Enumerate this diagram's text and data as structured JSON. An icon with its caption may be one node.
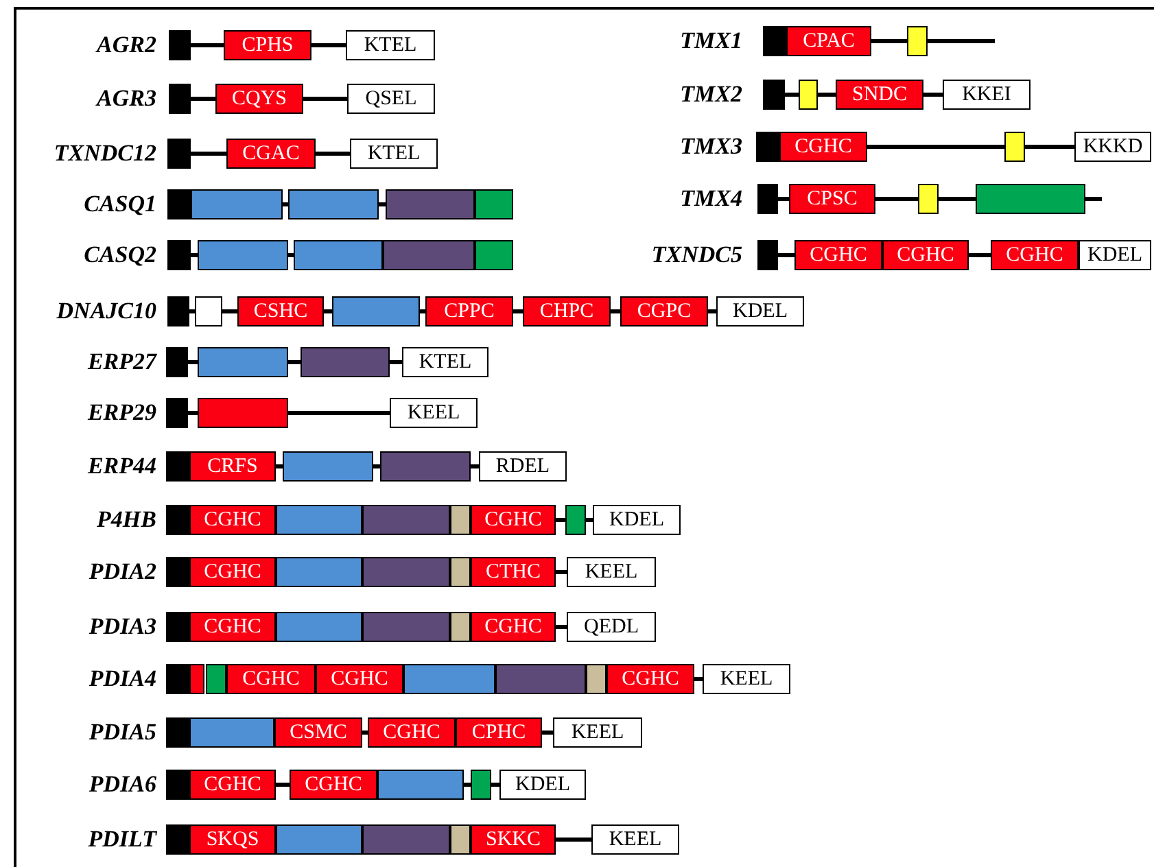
{
  "diagram": {
    "nodes": [
      {
        "text": [],
        "shape": "box",
        "beside": [
          "AGR2"
        ]
      },
      {
        "text": [
          "CPHS"
        ]
      },
      {
        "text": [
          "KTEL"
        ]
      },
      {
        "text": [],
        "shape": "box",
        "beside": [
          "AGR3"
        ]
      },
      {
        "text": [
          "CQYS"
        ]
      },
      {
        "text": [
          "QSEL"
        ]
      },
      {
        "text": [],
        "shape": "box",
        "beside": [
          "TXNDC12"
        ]
      },
      {
        "text": [
          "CGAC"
        ]
      },
      {
        "text": [
          "KTEL"
        ]
      },
      {
        "text": [],
        "shape": "box",
        "beside": [
          "CASQ1"
        ]
      },
      {
        "text": [],
        "shape": "box"
      },
      {
        "text": [],
        "shape": "box"
      },
      {
        "text": [],
        "shape": "box"
      },
      {
        "text": [],
        "shape": "box"
      },
      {
        "text": [],
        "shape": "box",
        "beside": [
          "CASQ2"
        ]
      },
      {
        "text": [],
        "shape": "box"
      },
      {
        "text": [],
        "shape": "box"
      },
      {
        "text": [],
        "shape": "box"
      },
      {
        "text": [],
        "shape": "box"
      },
      {
        "text": [],
        "shape": "box",
        "beside": [
          "DNAJC10"
        ]
      },
      {
        "text": [],
        "shape": "box"
      },
      {
        "text": [
          "CSHC"
        ]
      },
      {
        "text": [],
        "shape": "box"
      },
      {
        "text": [
          "CPPC"
        ]
      },
      {
        "text": [
          "CHPC"
        ]
      },
      {
        "text": [
          "CGPC"
        ]
      },
      {
        "text": [
          "KDEL"
        ]
      },
      {
        "text": [],
        "shape": "box",
        "beside": [
          "ERP27"
        ]
      },
      {
        "text": [],
        "shape": "box"
      },
      {
        "text": [],
        "shape": "box"
      },
      {
        "text": [
          "KTEL"
        ]
      },
      {
        "text": [],
        "shape": "box",
        "beside": [
          "ERP29"
        ]
      },
      {
        "text": [],
        "shape": "box"
      },
      {
        "text": [
          "KEEL"
        ]
      },
      {
        "text": [],
        "shape": "box",
        "beside": [
          "ERP44"
        ]
      },
      {
        "text": [
          "CRFS"
        ]
      },
      {
        "text": [],
        "shape": "box"
      },
      {
        "text": [],
        "shape": "box"
      },
      {
        "text": [
          "RDEL"
        ]
      },
      {
        "text": [],
        "shape": "box",
        "beside": [
          "P4HB"
        ]
      },
      {
        "text": [
          "CGHC"
        ]
      },
      {
        "text": [],
        "shape": "box"
      },
      {
        "text": [],
        "shape": "box"
      },
      {
        "text": [],
        "shape": "box"
      },
      {
        "text": [
          "CGHC"
        ]
      },
      {
        "text": [],
        "shape": "box"
      },
      {
        "text": [
          "KDEL"
        ]
      },
      {
        "text": [],
        "shape": "box",
        "beside": [
          "PDIA2"
        ]
      },
      {
        "text": [
          "CGHC"
        ]
      },
      {
        "text": [],
        "shape": "box"
      },
      {
        "text": [],
        "shape": "box"
      },
      {
        "text": [],
        "shape": "box"
      },
      {
        "text": [
          "CTHC"
        ]
      },
      {
        "text": [
          "KEEL"
        ]
      },
      {
        "text": [],
        "shape": "box",
        "beside": [
          "PDIA3"
        ]
      },
      {
        "text": [
          "CGHC"
        ]
      },
      {
        "text": [],
        "shape": "box"
      },
      {
        "text": [],
        "shape": "box"
      },
      {
        "text": [],
        "shape": "box"
      },
      {
        "text": [
          "CGHC"
        ]
      },
      {
        "text": [
          "QEDL"
        ]
      },
      {
        "text": [],
        "shape": "box",
        "beside": [
          "PDIA4"
        ]
      },
      {
        "text": [],
        "shape": "box"
      },
      {
        "text": [],
        "shape": "box"
      },
      {
        "text": [
          "CGHC"
        ]
      },
      {
        "text": [
          "CGHC"
        ]
      },
      {
        "text": [],
        "shape": "box"
      },
      {
        "text": [],
        "shape": "box"
      },
      {
        "text": [],
        "shape": "box"
      },
      {
        "text": [
          "CGHC"
        ]
      },
      {
        "text": [
          "KEEL"
        ]
      },
      {
        "text": [],
        "shape": "box",
        "beside": [
          "PDIA5"
        ]
      },
      {
        "text": [],
        "shape": "box"
      },
      {
        "text": [
          "CSMC"
        ]
      },
      {
        "text": [
          "CGHC"
        ]
      },
      {
        "text": [
          "CPHC"
        ]
      },
      {
        "text": [
          "KEEL"
        ]
      },
      {
        "text": [],
        "shape": "box",
        "beside": [
          "PDIA6"
        ]
      },
      {
        "text": [
          "CGHC"
        ]
      },
      {
        "text": [
          "CGHC"
        ]
      },
      {
        "text": [],
        "shape": "box"
      },
      {
        "text": [],
        "shape": "box"
      },
      {
        "text": [
          "KDEL"
        ]
      },
      {
        "text": [],
        "shape": "box",
        "beside": [
          "PDILT"
        ]
      },
      {
        "text": [
          "SKQS"
        ]
      },
      {
        "text": [],
        "shape": "box"
      },
      {
        "text": [],
        "shape": "box"
      },
      {
        "text": [],
        "shape": "box"
      },
      {
        "text": [
          "SKKC"
        ]
      },
      {
        "text": [
          "KEEL"
        ]
      },
      {
        "text": [],
        "shape": "box",
        "beside": [
          "TMX1"
        ]
      },
      {
        "text": [
          "CPAC"
        ]
      },
      {
        "text": [],
        "shape": "box"
      },
      {
        "text": [],
        "shape": "box",
        "beside": [
          "TMX2"
        ]
      },
      {
        "text": [],
        "shape": "box"
      },
      {
        "text": [
          "SNDC"
        ]
      },
      {
        "text": [
          "KKEI"
        ]
      },
      {
        "text": [],
        "shape": "box",
        "beside": [
          "TMX3"
        ]
      },
      {
        "text": [
          "CGHC"
        ]
      },
      {
        "text": [],
        "shape": "box"
      },
      {
        "text": [
          "KKKD"
        ]
      },
      {
        "text": [],
        "shape": "box",
        "beside": [
          "TMX4"
        ]
      },
      {
        "text": [
          "CPSC"
        ]
      },
      {
        "text": [],
        "shape": "box"
      },
      {
        "text": [],
        "shape": "box"
      },
      {
        "text": [],
        "shape": "box",
        "beside": [
          "TXNDC5"
        ]
      },
      {
        "text": [
          "CGHC"
        ]
      },
      {
        "text": [
          "CGHC"
        ]
      },
      {
        "text": [
          "CGHC"
        ]
      },
      {
        "text": [
          "KDEL"
        ]
      }
    ],
    "edges": [
      {
        "from": 0,
        "to": 1,
        "arrow": "none"
      },
      {
        "from": 1,
        "to": 2,
        "arrow": "none"
      },
      {
        "from": 3,
        "to": 4,
        "arrow": "none"
      },
      {
        "from": 4,
        "to": 5,
        "arrow": "none"
      },
      {
        "from": 6,
        "to": 7,
        "arrow": "none"
      },
      {
        "from": 7,
        "to": 8,
        "arrow": "none"
      },
      {
        "from": 10,
        "to": 11,
        "arrow": "none"
      },
      {
        "from": 11,
        "to": 12,
        "arrow": "none"
      },
      {
        "from": 14,
        "to": 15,
        "arrow": "none"
      },
      {
        "from": 15,
        "to": 16,
        "arrow": "none"
      },
      {
        "from": 19,
        "to": 20,
        "arrow": "none"
      },
      {
        "from": 20,
        "to": 21,
        "arrow": "none"
      },
      {
        "from": 21,
        "to": 22,
        "arrow": "none"
      },
      {
        "from": 22,
        "to": 23,
        "arrow": "none"
      },
      {
        "from": 23,
        "to": 24,
        "arrow": "none"
      },
      {
        "from": 24,
        "to": 25,
        "arrow": "none"
      },
      {
        "from": 25,
        "to": 26,
        "arrow": "none"
      },
      {
        "from": 27,
        "to": 28,
        "arrow": "none"
      },
      {
        "from": 28,
        "to": 29,
        "arrow": "none"
      },
      {
        "from": 29,
        "to": 30,
        "arrow": "none"
      },
      {
        "from": 31,
        "to": 32,
        "arrow": "none"
      },
      {
        "from": 32,
        "to": 33,
        "arrow": "none"
      },
      {
        "from": 35,
        "to": 36,
        "arrow": "none"
      },
      {
        "from": 36,
        "to": 37,
        "arrow": "none"
      },
      {
        "from": 37,
        "to": 38,
        "arrow": "none"
      },
      {
        "from": 44,
        "to": 45,
        "arrow": "none"
      },
      {
        "from": 45,
        "to": 46,
        "arrow": "none"
      },
      {
        "from": 52,
        "to": 53,
        "arrow": "none"
      },
      {
        "from": 59,
        "to": 60,
        "arrow": "none"
      },
      {
        "from": 69,
        "to": 70,
        "arrow": "none"
      },
      {
        "from": 73,
        "to": 74,
        "arrow": "none"
      },
      {
        "from": 75,
        "to": 76,
        "arrow": "none"
      },
      {
        "from": 78,
        "to": 79,
        "arrow": "none"
      },
      {
        "from": 80,
        "to": 81,
        "arrow": "none"
      },
      {
        "from": 81,
        "to": 82,
        "arrow": "none"
      },
      {
        "from": 88,
        "to": 89,
        "arrow": "none"
      },
      {
        "from": 91,
        "to": 92,
        "arrow": "none"
      },
      {
        "from": 92,
        "to": null,
        "arrow": "none"
      },
      {
        "from": 93,
        "to": 94,
        "arrow": "none"
      },
      {
        "from": 94,
        "to": 95,
        "arrow": "none"
      },
      {
        "from": 95,
        "to": 96,
        "arrow": "none"
      },
      {
        "from": 98,
        "to": 99,
        "arrow": "none"
      },
      {
        "from": 99,
        "to": 100,
        "arrow": "none"
      },
      {
        "from": 101,
        "to": 102,
        "arrow": "none"
      },
      {
        "from": 102,
        "to": 103,
        "arrow": "none"
      },
      {
        "from": 103,
        "to": 104,
        "arrow": "none"
      },
      {
        "from": 104,
        "to": null,
        "arrow": "none"
      },
      {
        "from": 105,
        "to": 106,
        "arrow": "none"
      },
      {
        "from": 107,
        "to": 108,
        "arrow": "none"
      }
    ]
  }
}
